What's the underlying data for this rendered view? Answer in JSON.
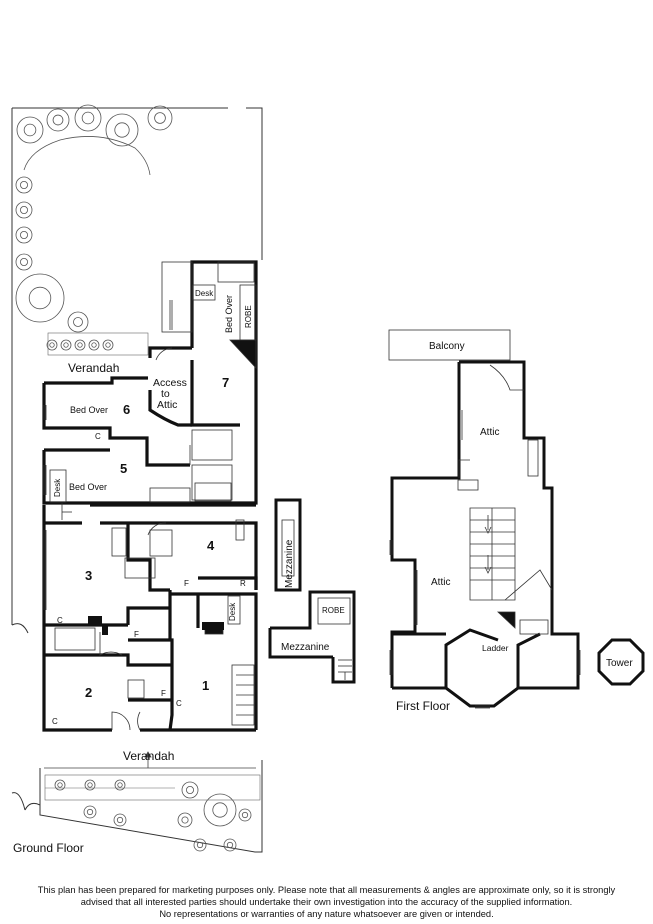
{
  "floors": {
    "ground": "Ground Floor",
    "first": "First Floor"
  },
  "rooms": {
    "verandah_rear": "Verandah",
    "verandah_front": "Verandah",
    "bed6_over": "Bed Over",
    "bed5_over": "Bed Over",
    "bed7_over": "Bed Over",
    "desk5": "Desk",
    "desk7": "Desk",
    "desk4": "Desk",
    "robe7": "ROBE",
    "robe_mezz": "ROBE",
    "access_attic": [
      "Access",
      "to",
      "Attic"
    ],
    "mezzanine_a": "Mezzanine",
    "mezzanine_b": "Mezzanine",
    "balcony": "Balcony",
    "attic_upper": "Attic",
    "attic_lower": "Attic",
    "ladder": "Ladder",
    "tower": "Tower",
    "num1": "1",
    "num2": "2",
    "num3": "3",
    "num4": "4",
    "num5": "5",
    "num6": "6",
    "num7": "7",
    "c_a": "C",
    "c_b": "C",
    "c_c": "C",
    "c_d": "C",
    "f_a": "F",
    "f_b": "F",
    "f_c": "F",
    "r_a": "R"
  },
  "disclaimer": [
    "This plan has been prepared for marketing purposes only. Please note that all measurements & angles are approximate only, so it is strongly",
    "advised that all interested parties should undertake their own investigation into the accuracy of the supplied information.",
    "No representations or warranties of any nature whatsoever are given or intended."
  ],
  "colors": {
    "wall": "#111111",
    "line": "#333333",
    "tree": "#555555"
  }
}
